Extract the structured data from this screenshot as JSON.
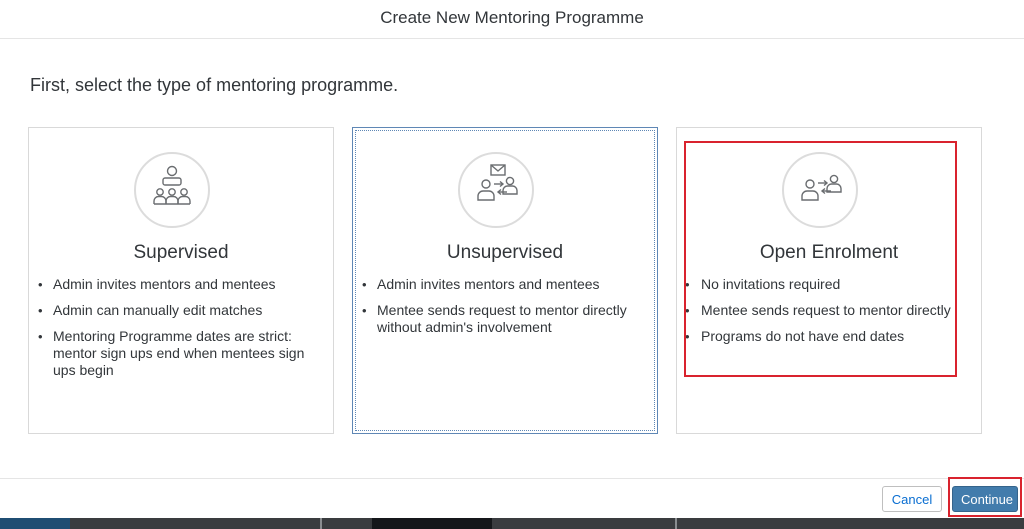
{
  "dialog": {
    "title": "Create New Mentoring Programme",
    "intro": "First, select the type of mentoring programme."
  },
  "cards": [
    {
      "title": "Supervised",
      "icon": "group-supervision-icon",
      "bullets": [
        "Admin invites mentors and mentees",
        "Admin can manually edit matches",
        "Mentoring Programme dates are strict: mentor sign ups end when mentees sign ups begin"
      ]
    },
    {
      "title": "Unsupervised",
      "icon": "mail-exchange-icon",
      "bullets": [
        "Admin invites mentors and mentees",
        "Mentee sends request to mentor directly without admin's involvement"
      ]
    },
    {
      "title": "Open Enrolment",
      "icon": "people-exchange-icon",
      "bullets": [
        "No invitations required",
        "Mentee sends request to mentor directly",
        "Programs do not have end dates"
      ]
    }
  ],
  "footer": {
    "cancel_label": "Cancel",
    "continue_label": "Continue"
  },
  "colors": {
    "accent": "#427cac",
    "link": "#0a6ed1",
    "highlight": "#d9232e"
  }
}
